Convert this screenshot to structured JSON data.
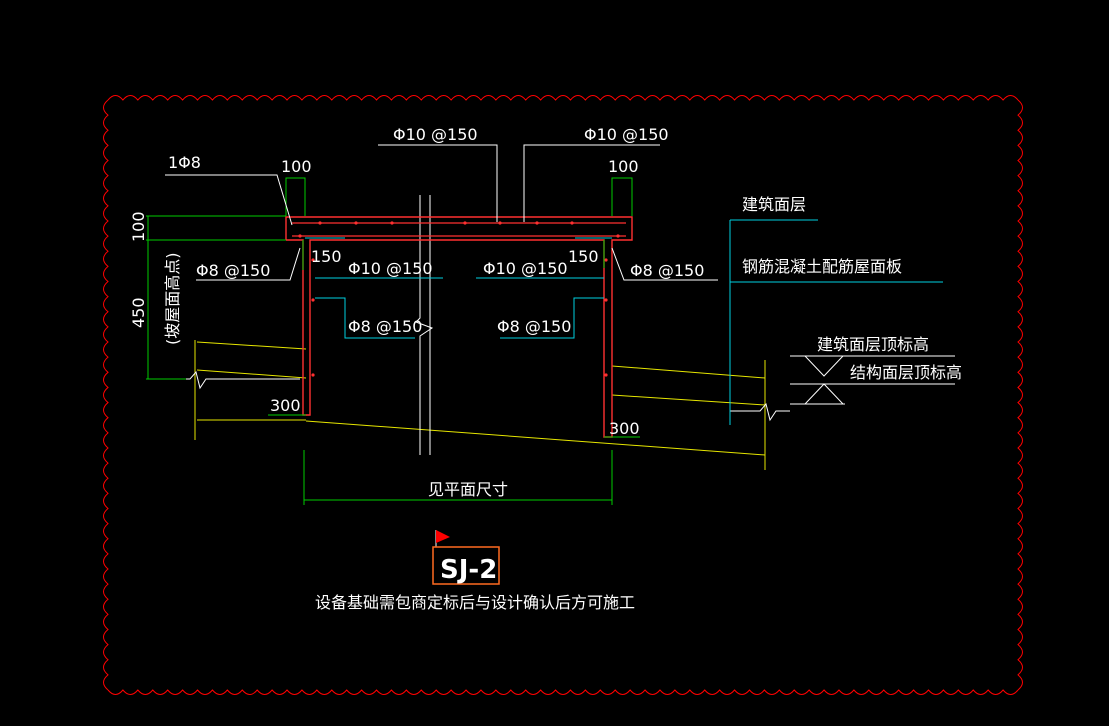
{
  "drawing": {
    "id": "SJ-2",
    "note": "设备基础需包商定标后与设计确认后方可施工",
    "rebar_top_left": "Φ10 @150",
    "rebar_top_right": "Φ10 @150",
    "rebar_lead": "1Φ8",
    "stirrup_left": "Φ8 @150",
    "stirrup_right": "Φ8 @150",
    "inner_top_left": "Φ10 @150",
    "inner_top_right": "Φ10 @150",
    "inner_side_left": "Φ8 @150",
    "inner_side_right": "Φ8 @150",
    "dim_100_left": "100",
    "dim_100_right": "100",
    "dim_150_left": "150",
    "dim_150_right": "150",
    "dim_300_left": "300",
    "dim_300_right": "300",
    "dim_100_vertical": "100",
    "dim_450_vertical": "450",
    "high_point": "(坡屋面高点)",
    "plan_dim": "见平面尺寸",
    "layer_arch": "建筑面层",
    "layer_slab": "钢筋混凝土配筋屋面板",
    "elev_arch": "建筑面层顶标高",
    "elev_struct": "结构面层顶标高"
  },
  "colors": {
    "background": "#000000",
    "revision_cloud": "#ff0000",
    "leader": "#ffffff",
    "text": "#ffffff",
    "concrete": "#ff3030",
    "dimension": "#00cc00",
    "roof_line": "#e6e600",
    "cyan_line": "#00d0e0",
    "tag_border": "#ff6a20",
    "flag": "#ff0000"
  }
}
